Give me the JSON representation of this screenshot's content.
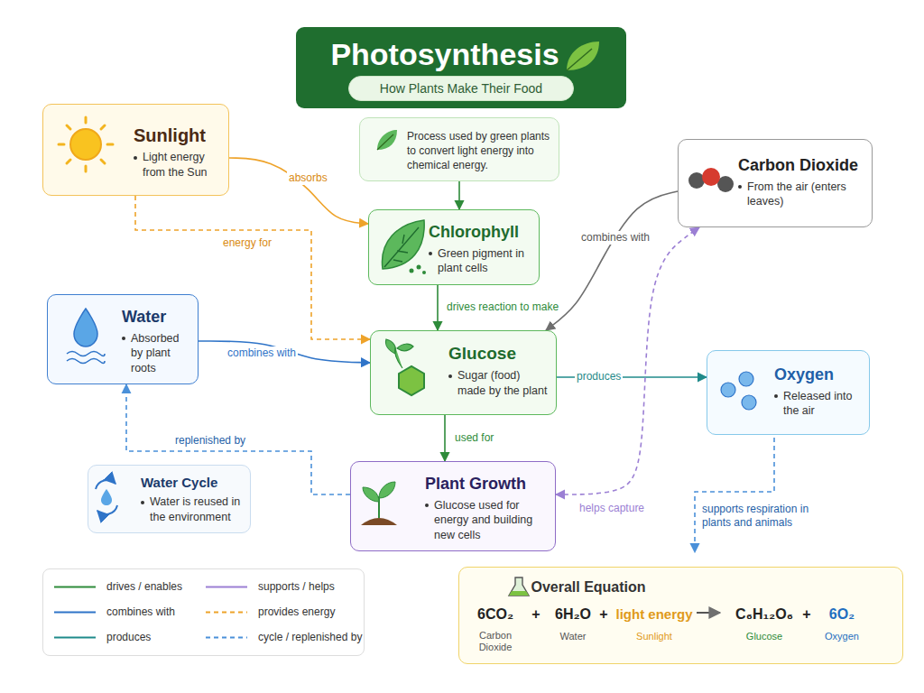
{
  "diagram": {
    "title": "Photosynthesis",
    "nodes": [
      {
        "text": [
          "How Plants Make Their Food"
        ]
      },
      {
        "text": [
          "Sunlight",
          "Light energy from the Sun"
        ]
      },
      {
        "text": [
          "Process used by green plants to convert light energy into chemical energy."
        ]
      },
      {
        "text": [
          "Chlorophyll",
          "Green pigment in plant cells"
        ]
      },
      {
        "text": [
          "Carbon Dioxide",
          "From the air (enters leaves)"
        ]
      },
      {
        "text": [
          "Water",
          "Absorbed by plant roots"
        ]
      },
      {
        "text": [
          "Glucose",
          "Sugar (food) made by the plant"
        ]
      },
      {
        "text": [
          "Oxygen",
          "Released into the air"
        ]
      },
      {
        "text": [
          "Water Cycle",
          "Water is reused in the environment"
        ]
      },
      {
        "text": [
          "Plant Growth",
          "Glucose used for energy and building new cells"
        ]
      },
      {
        "text": [
          "Overall Equation",
          "6CO₂",
          "+",
          "6H₂O",
          "+",
          "light energy",
          "C₆H₁₂O₆",
          "+",
          "6O₂",
          "Carbon Dioxide",
          "Water",
          "Sunlight",
          "Glucose",
          "Oxygen"
        ]
      }
    ],
    "edges": [
      {
        "from": 1,
        "to": 3,
        "label": "absorbs",
        "arrow": "to"
      },
      {
        "from": 1,
        "to": 6,
        "label": "energy for",
        "arrow": "to"
      },
      {
        "from": 2,
        "to": 3,
        "arrow": "to"
      },
      {
        "from": 3,
        "to": 6,
        "label": "drives reaction to make",
        "arrow": "to"
      },
      {
        "from": 4,
        "to": 6,
        "label": "combines with",
        "arrow": "to"
      },
      {
        "from": 5,
        "to": 6,
        "label": "combines with",
        "arrow": "to"
      },
      {
        "from": 6,
        "to": 7,
        "label": "produces",
        "arrow": "to"
      },
      {
        "from": 6,
        "to": 9,
        "label": "used for",
        "arrow": "to"
      },
      {
        "from": 9,
        "to": 5,
        "label": "replenished by",
        "arrow": "to"
      },
      {
        "from": 9,
        "to": 4,
        "label": "helps capture",
        "arrow": "both"
      }
    ],
    "labels": [
      "supports respiration in plants and animals"
    ],
    "legend": [
      {
        "text": "drives / enables"
      },
      {
        "text": "supports / helps"
      },
      {
        "text": "combines with"
      },
      {
        "text": "provides energy"
      },
      {
        "text": "produces"
      },
      {
        "text": "cycle / replenished by"
      }
    ]
  }
}
